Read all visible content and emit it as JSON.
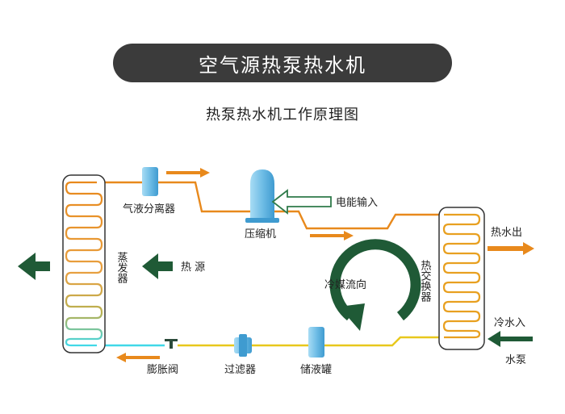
{
  "title": "空气源热泵热水机",
  "subtitle": "热泵热水机工作原理图",
  "labels": {
    "separator": "气液分离器",
    "compressor": "压缩机",
    "power_input": "电能输入",
    "evaporator": "蒸发器",
    "heat_source": "热 源",
    "refrigerant_flow": "冷媒流向",
    "heat_exchanger": "热交换器",
    "hot_water_out": "热水出",
    "cold_water_in": "冷水入",
    "water_pump": "水泵",
    "expansion_valve": "膨胀阀",
    "filter": "过滤器",
    "receiver": "储液罐"
  },
  "colors": {
    "banner": "#3b3b3b",
    "pipe_hot": "#e8891c",
    "pipe_cold": "#e8c81c",
    "arrow_orange": "#e8891c",
    "arrow_green": "#1f5a36",
    "component_blue": "#7fc4ec"
  }
}
